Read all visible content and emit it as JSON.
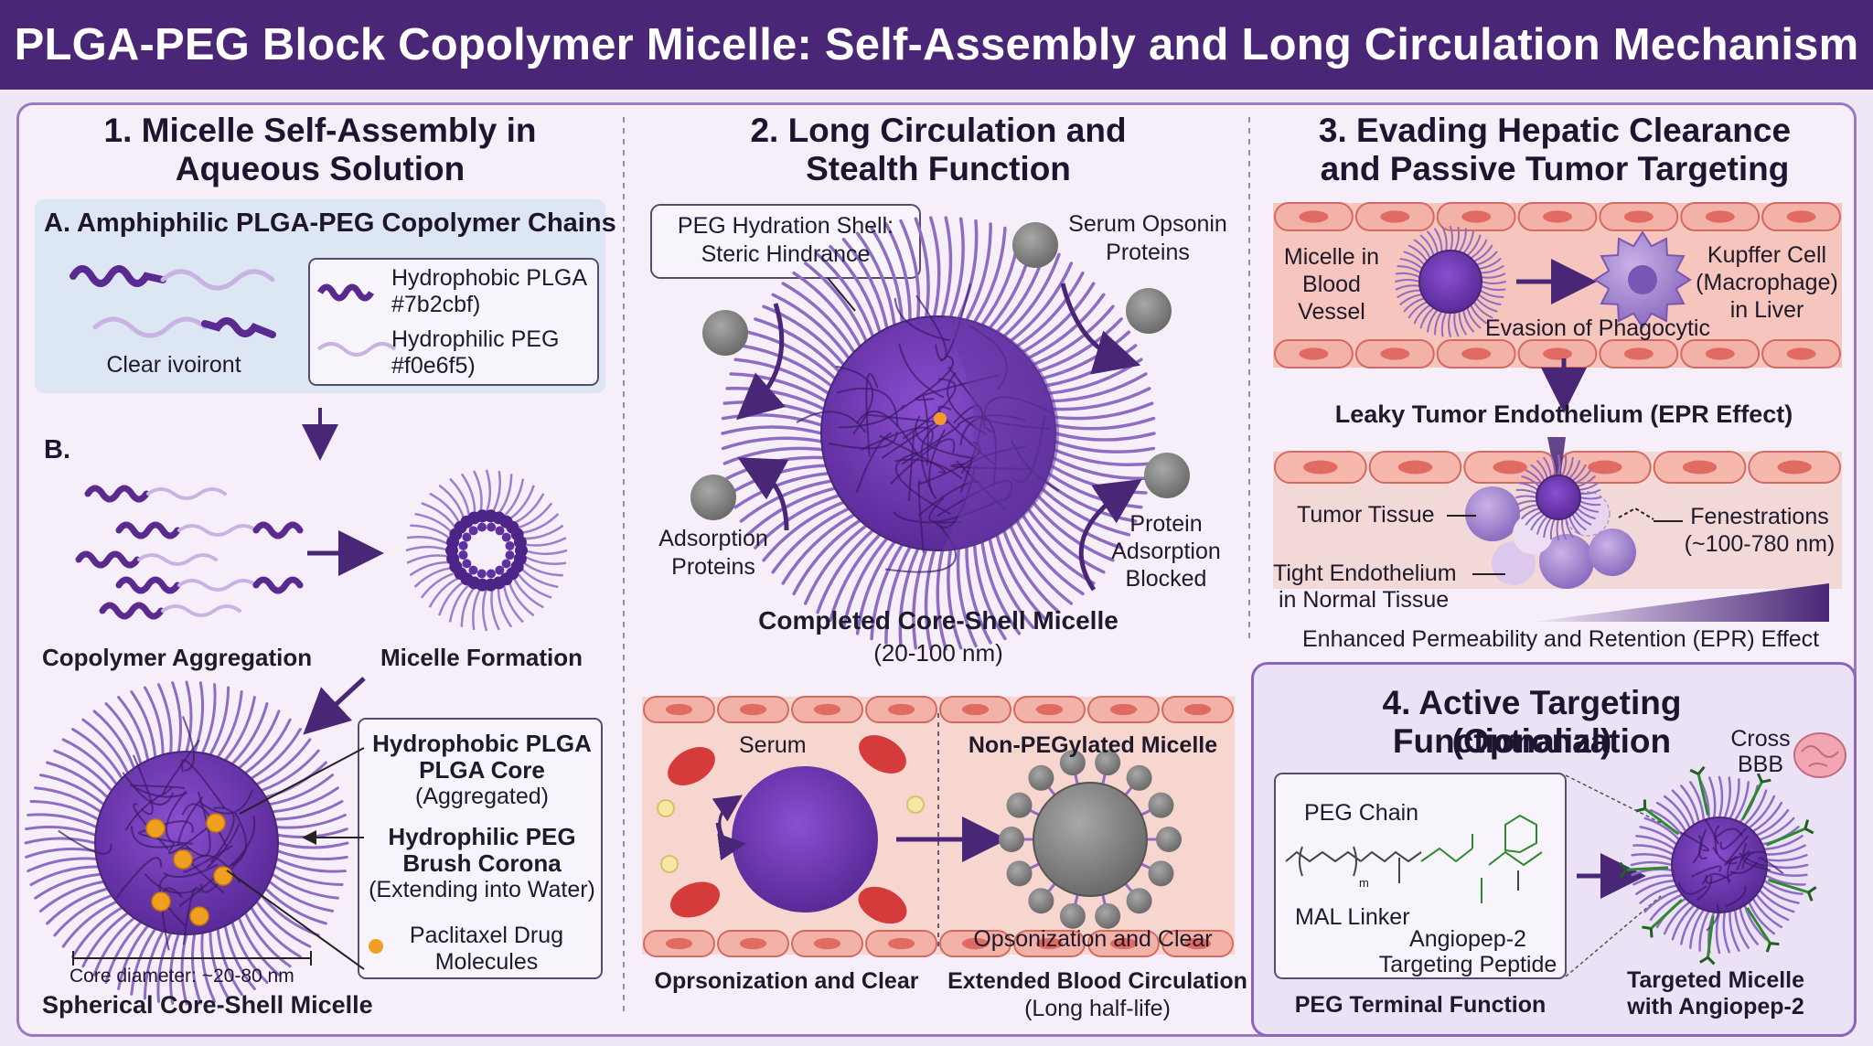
{
  "title": "PLGA-PEG Block Copolymer Micelle: Self-Assembly and Long Circulation Mechanism",
  "colors": {
    "banner": "#4a2677",
    "plga": "#7b2cbf",
    "peg": "#f0e6f5",
    "accent": "#6a3fb0",
    "panel_border": "#9a78c6",
    "vessel": "#f2a8a0",
    "blood_cell": "#d63b3b",
    "drug": "#f0a020",
    "linker_green": "#2c8a2c"
  },
  "section1": {
    "heading": "1. Micelle Self-Assembly in Aqueous Solution",
    "a_heading": "A. Amphiphilic PLGA-PEG Copolymer Chains",
    "a_caption": "Clear ivoiront",
    "legend_plga": "Hydrophobic PLGA",
    "legend_plga_hex": "#7b2cbf)",
    "legend_peg": "Hydrophilic PEG",
    "legend_peg_hex": "#f0e6f5)",
    "b_heading": "B.",
    "aggregation": "Copolymer Aggregation",
    "formation": "Micelle Formation",
    "core_label_1": "Hydrophobic PLGA",
    "core_label_2": "PLGA Core",
    "core_label_3": "(Aggregated)",
    "corona_label_1": "Hydrophilic PEG",
    "corona_label_2": "Brush Corona",
    "corona_label_3": "(Extending into Water)",
    "drug_label_1": "Paclitaxel Drug",
    "drug_label_2": "Molecules",
    "core_diameter": "Core diameter: ~20-80 nm",
    "micelle_caption": "Spherical Core-Shell Micelle"
  },
  "section2": {
    "heading_1": "2. Long Circulation and",
    "heading_2": "Stealth Function",
    "peg_shell_1": "PEG Hydration Shell:",
    "peg_shell_2": "Steric Hindrance",
    "opsonin_1": "Serum Opsonin",
    "opsonin_2": "Proteins",
    "adsorption_1": "Adsorption",
    "adsorption_2": "Proteins",
    "blocked_1": "Protein",
    "blocked_2": "Adsorption",
    "blocked_3": "Blocked",
    "completed": "Completed Core-Shell Micelle",
    "size": "(20-100 nm)",
    "serum": "Serum",
    "non_peg": "Non-PEGylated Micelle",
    "opson_clear": "Opsonization and Clear",
    "left_caption": "Oprsonization and Clear",
    "right_caption": "Extended Blood Circulation",
    "right_sub": "(Long half-life)"
  },
  "section3": {
    "heading_1": "3. Evading Hepatic Clearance",
    "heading_2": "and Passive Tumor Targeting",
    "micelle_1": "Micelle in",
    "micelle_2": "Blood",
    "micelle_3": "Vessel",
    "kupffer_1": "Kupffer Cell",
    "kupffer_2": "(Macrophage)",
    "kupffer_3": "in Liver",
    "evasion": "Evasion of Phagocytic",
    "leaky": "Leaky Tumor Endothelium (EPR Effect)",
    "tumor_tissue": "Tumor Tissue",
    "fenestrations_1": "Fenestrations",
    "fenestrations_2": "(~100-780 nm)",
    "tight_1": "Tight Endothelium",
    "tight_2": "in Normal Tissue",
    "epr": "Enhanced Permeability and Retention (EPR) Effect"
  },
  "section4": {
    "heading_1": "4. Active Targeting Functionalization",
    "heading_2": "(Optional)",
    "cross_1": "Cross",
    "cross_2": "BBB",
    "peg_chain": "PEG Chain",
    "subscript_m": "m",
    "mal_linker": "MAL Linker",
    "angiopep_1": "Angiopep-2",
    "angiopep_2": "Targeting Peptide",
    "terminal": "PEG Terminal Function",
    "targeted_1": "Targeted Micelle",
    "targeted_2": "with Angiopep-2"
  }
}
